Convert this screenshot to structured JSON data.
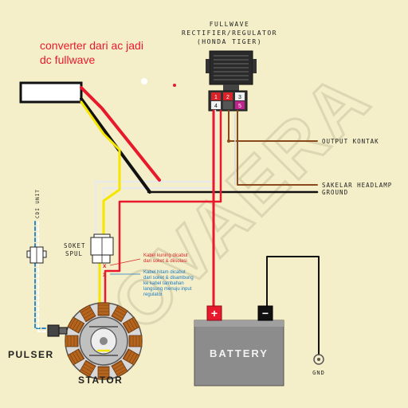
{
  "annotation": {
    "line1": "converter dari ac jadi",
    "line2": "dc fullwave"
  },
  "regulator": {
    "title_line1": "FULLWAVE",
    "title_line2": "RECTIFIER/REGULATOR",
    "title_line3": "(HONDA TIGER)",
    "pins": [
      "1",
      "2",
      "3",
      "4",
      "",
      "5"
    ]
  },
  "labels": {
    "output_kontak": "OUTPUT KONTAK",
    "sakelar_headlamp": "SAKELAR HEADLAMP",
    "ground": "GROUND",
    "cdi_unit": "CDI UNIT",
    "soket_line1": "SOKET",
    "soket_line2": "SPUL",
    "pulser": "PULSER",
    "stator": "STATOR",
    "battery": "BATTERY",
    "gnd": "GND",
    "plus": "+",
    "minus": "−"
  },
  "notes": {
    "kuning": [
      "Kabel kuning dicabut",
      "dari soket & diisolasi"
    ],
    "hitam": [
      "Kabel hitam dicabut",
      "dari soket & disambung",
      "ke kabel tambahan",
      "langsung menuju input",
      "regulator"
    ]
  },
  "watermark": "NOVAERA",
  "colors": {
    "background": "#f4efc9",
    "wire_red": "#e8192c",
    "wire_black": "#111111",
    "wire_yellow": "#f5e600",
    "wire_brown": "#8a4a1c",
    "wire_white": "#e9e9e9",
    "wire_blue": "#2a88c9",
    "note_red": "#d62828",
    "note_blue": "#1a78c2",
    "battery_body": "#8c8c8c",
    "pin_red": "#d8232a",
    "pin_magenta": "#c0228e"
  }
}
